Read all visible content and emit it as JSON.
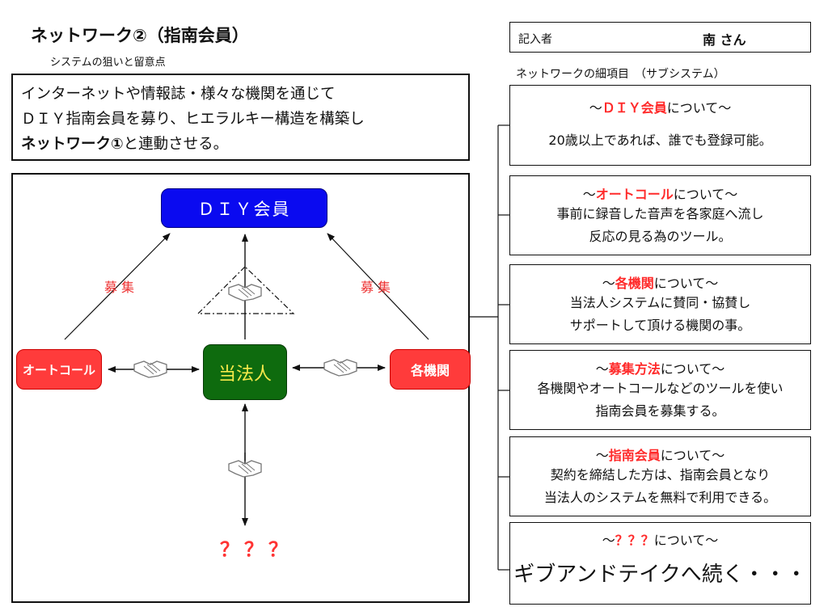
{
  "header": {
    "title": "ネットワーク②（指南会員）",
    "subtitle": "システムの狙いと留意点"
  },
  "purpose": {
    "line1": "インターネットや情報誌・様々な機関を通じて",
    "line2": "ＤＩＹ指南会員を募り、ヒエラルキー構造を構築し",
    "line3_bold": "ネットワーク①",
    "line3_rest": "と連動させる。"
  },
  "author": {
    "label": "記入者",
    "name": "南 さん"
  },
  "subsystems_label": "ネットワークの細項目　（サブシステム）",
  "diagram": {
    "diy_member": "ＤＩＹ会員",
    "corporation": "当法人",
    "autocall": "オートコール",
    "organizations": "各機関",
    "recruit_left": "募集",
    "recruit_right": "募集",
    "unknown": "？？？"
  },
  "cards": [
    {
      "prefix": "～",
      "highlight": "ＤＩＹ会員",
      "suffix": "について～",
      "lines": [
        "20歳以上であれば、誰でも登録可能。"
      ]
    },
    {
      "prefix": "～",
      "highlight": "オートコール",
      "suffix": "について～",
      "lines": [
        "事前に録音した音声を各家庭へ流し",
        "反応の見る為のツール。"
      ]
    },
    {
      "prefix": "～",
      "highlight": "各機関",
      "suffix": "について～",
      "lines": [
        "当法人システムに賛同・協賛し",
        "サポートして頂ける機関の事。"
      ]
    },
    {
      "prefix": "～",
      "highlight": "募集方法",
      "suffix": "について～",
      "lines": [
        "各機関やオートコールなどのツールを使い",
        "指南会員を募集する。"
      ]
    },
    {
      "prefix": "～",
      "highlight": "指南会員",
      "suffix": "について～",
      "lines": [
        "契約を締結した方は、指南会員となり",
        "当法人のシステムを無料で利用できる。"
      ]
    },
    {
      "prefix": "～",
      "highlight": "？？？",
      "suffix": "について～",
      "lines": [
        "ギブアンドテイクへ続く・・・"
      ]
    }
  ],
  "colors": {
    "diy_blue": "#0a0af0",
    "corp_green": "#0e6b0e",
    "corp_text_yellow": "#f5e94a",
    "red_node": "#ff3b3b",
    "highlight_red": "#ff2a2a"
  }
}
